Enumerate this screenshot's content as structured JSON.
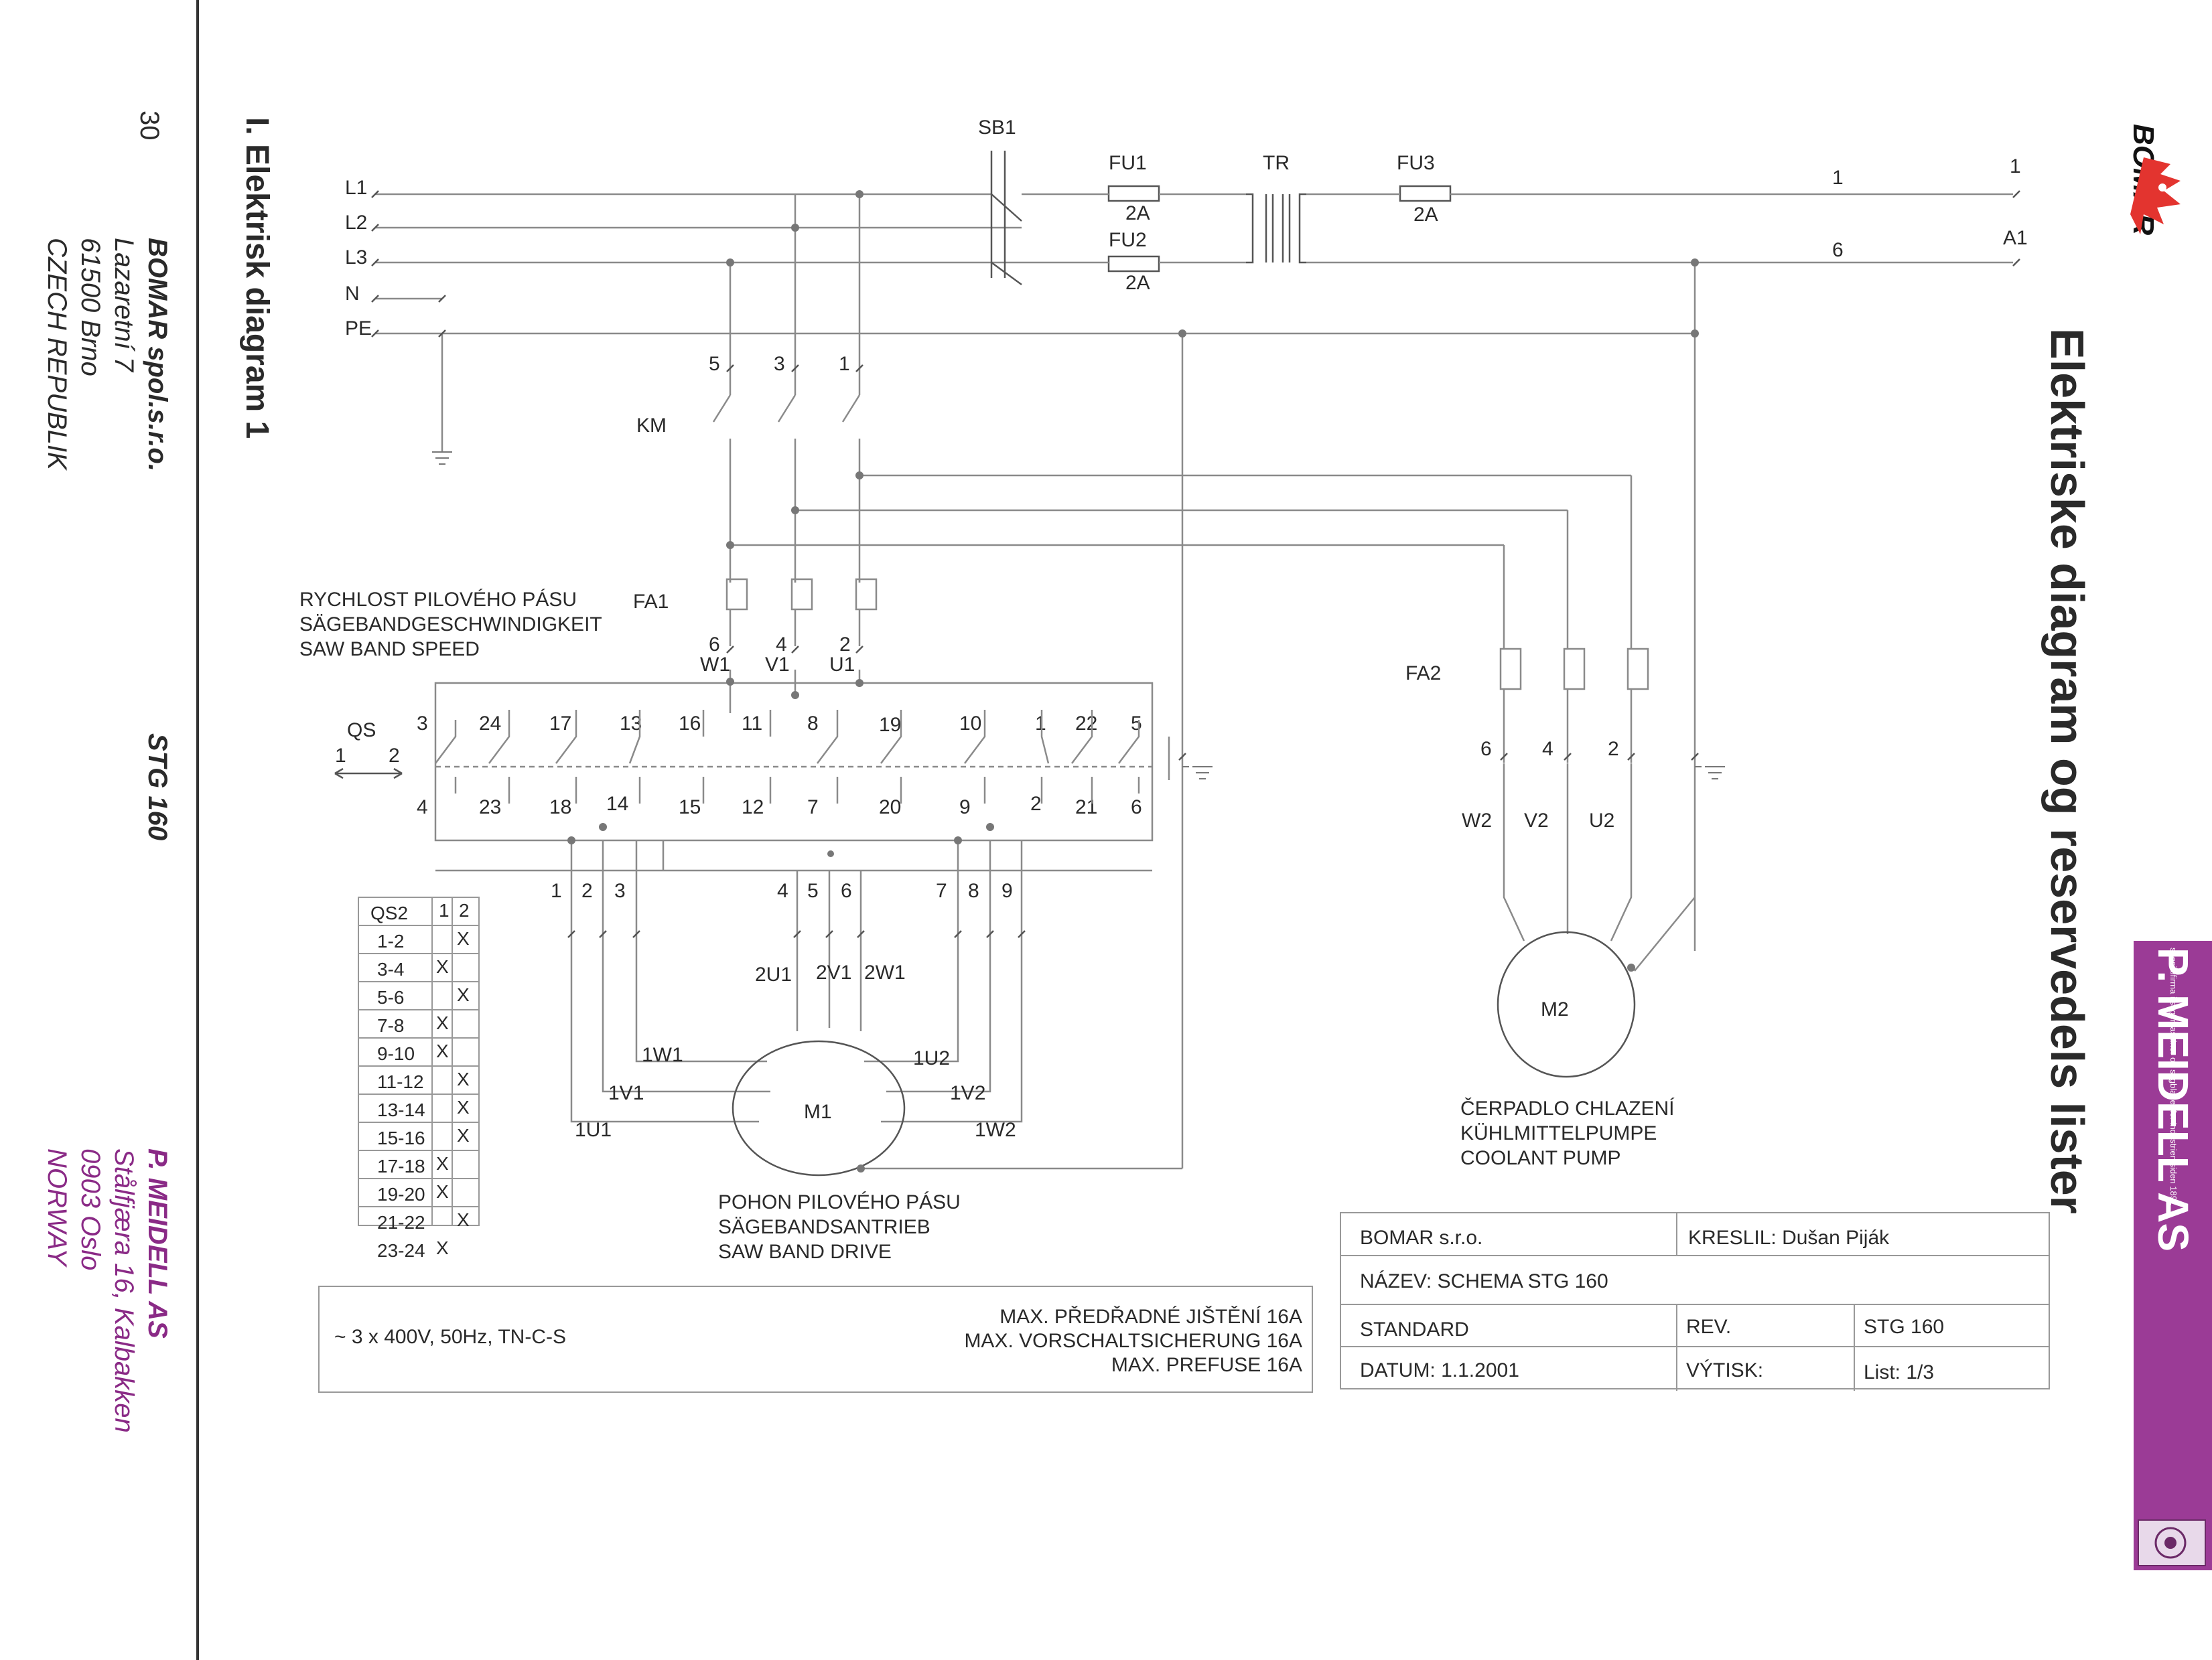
{
  "page_number": "30",
  "section_heading": "I. Elektrisk diagram 1",
  "main_title": "Elektriske diagram og reservedels lister",
  "manufacturer": {
    "name": "BOMAR spol.s.r.o.",
    "street": "Lazaretní 7",
    "city": "61500 Brno",
    "country": "CZECH REPUBLIK"
  },
  "model": "STG 160",
  "dealer": {
    "name": "P. MEIDELL AS",
    "street": "Stålfjæra 16, Kalbakken",
    "city": "0903  Oslo",
    "country": "NORWAY"
  },
  "logo_text": "BOMAR",
  "banner": {
    "title": "P. MEIDELL AS",
    "subtitle": "spesialfirma i sagemaskiner og sagblader for industrien siden 1891",
    "color": "#9b3b96"
  },
  "supply_lines": [
    "L1",
    "L2",
    "L3",
    "N",
    "PE"
  ],
  "components": {
    "sb1": "SB1",
    "fu1": "FU1",
    "fu2": "FU2",
    "fu3": "FU3",
    "tr": "TR",
    "fuse_rating": "2A",
    "km": "KM",
    "fa1": "FA1",
    "fa2": "FA2",
    "qs": "QS",
    "m1": "M1",
    "m2": "M2"
  },
  "control_terminals": {
    "t1": "1",
    "t6": "6",
    "t1r": "1",
    "a1": "A1"
  },
  "km_contacts": [
    "5",
    "3",
    "1"
  ],
  "fa1_terminals": [
    {
      "num": "6",
      "name": "W1"
    },
    {
      "num": "4",
      "name": "V1"
    },
    {
      "num": "2",
      "name": "U1"
    }
  ],
  "speed_label": [
    "RYCHLOST PILOVÉHO PÁSU",
    "SÄGEBANDGESCHWINDIGKEIT",
    "SAW BAND SPEED"
  ],
  "qs_positions": [
    "1",
    "2"
  ],
  "qs_top": [
    "3",
    "24",
    "17",
    "13",
    "16",
    "11",
    "8",
    "19",
    "10",
    "1",
    "22",
    "5"
  ],
  "qs_bottom": [
    "4",
    "23",
    "18",
    "14",
    "15",
    "12",
    "7",
    "20",
    "9",
    "2",
    "21",
    "6"
  ],
  "motor_terminals": [
    "1",
    "2",
    "3",
    "4",
    "5",
    "6",
    "7",
    "8",
    "9"
  ],
  "m1_windings": {
    "u2": "2U1",
    "v2": "2V1",
    "w2": "2W1",
    "w1": "1W1",
    "v1": "1V1",
    "u1": "1U1",
    "u2r": "1U2",
    "v2r": "1V2",
    "w2r": "1W2"
  },
  "m1_label": [
    "POHON PILOVÉHO PÁSU",
    "SÄGEBANDSANTRIEB",
    "SAW BAND DRIVE"
  ],
  "fa2_terminals": [
    {
      "num": "6",
      "name": "W2"
    },
    {
      "num": "4",
      "name": "V2"
    },
    {
      "num": "2",
      "name": "U2"
    }
  ],
  "m2_label": [
    "ČERPADLO CHLAZENÍ",
    "KÜHLMITTELPUMPE",
    "COOLANT PUMP"
  ],
  "qs2_table": {
    "headers": [
      "QS2",
      "1",
      "2"
    ],
    "rows": [
      [
        "1-2",
        "",
        "X"
      ],
      [
        "3-4",
        "X",
        ""
      ],
      [
        "5-6",
        "",
        "X"
      ],
      [
        "7-8",
        "X",
        ""
      ],
      [
        "9-10",
        "X",
        ""
      ],
      [
        "11-12",
        "",
        "X"
      ],
      [
        "13-14",
        "",
        "X"
      ],
      [
        "15-16",
        "",
        "X"
      ],
      [
        "17-18",
        "X",
        ""
      ],
      [
        "19-20",
        "X",
        ""
      ],
      [
        "21-22",
        "",
        "X"
      ],
      [
        "23-24",
        "X",
        ""
      ]
    ]
  },
  "supply_box": {
    "voltage": "~ 3 x 400V, 50Hz, TN-C-S",
    "prefuse": [
      "MAX. PŘEDŘADNÉ JIŠTĚNÍ 16A",
      "MAX. VORSCHALTSICHERUNG 16A",
      "MAX. PREFUSE 16A"
    ]
  },
  "title_block": {
    "company": "BOMAR s.r.o.",
    "drawn": "KRESLIL: Dušan Piják",
    "name": "NÁZEV: SCHEMA STG 160",
    "standard": "STANDARD",
    "rev": "REV.",
    "model": "STG 160",
    "date": "DATUM: 1.1.2001",
    "print": "VÝTISK:",
    "sheet": "List: 1/3"
  }
}
